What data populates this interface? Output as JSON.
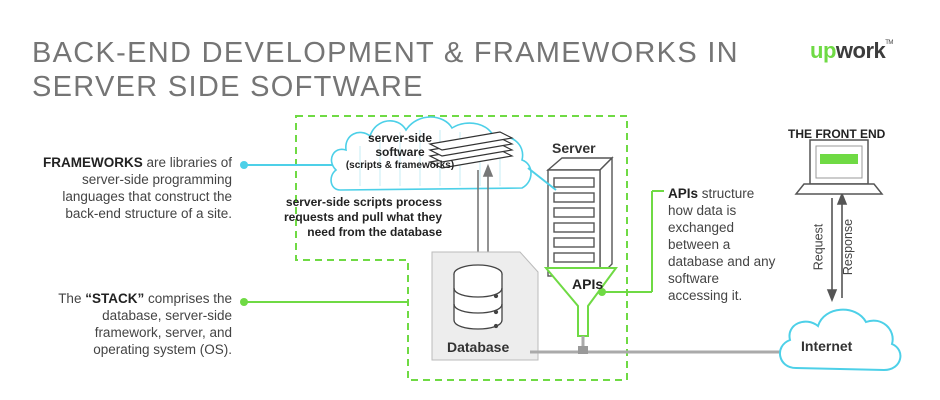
{
  "title": {
    "line1": "BACK-END DEVELOPMENT & FRAMEWORKS IN",
    "line2": "SERVER SIDE SOFTWARE"
  },
  "logo": {
    "up": "up",
    "work": "work",
    "tm": "TM"
  },
  "frameworks": {
    "bold": "FRAMEWORKS",
    "rest": " are libraries of server-side programming languages that construct the back-end structure of a site."
  },
  "stack": {
    "pre": "The ",
    "bold": "“STACK”",
    "rest": " comprises the database, server-side framework, server, and operating system (OS)."
  },
  "apis": {
    "bold": "APIs",
    "rest": " structure how data is exchanged between a database and any software accessing it."
  },
  "server_software": {
    "line1": "server-side",
    "line2": "software",
    "line3": "(scripts & frameworks)"
  },
  "scripts": {
    "text": "server-side scripts process requests and pull what they need from the database"
  },
  "labels": {
    "server": "Server",
    "database": "Database",
    "apis": "APIs",
    "internet": "Internet",
    "front_end": "THE FRONT END",
    "request": "Request",
    "response": "Response"
  },
  "colors": {
    "green": "#6fda44",
    "blue": "#4dd0e8",
    "stack_dash": "#6fda44",
    "gray": "#888888",
    "light_gray": "#bbbbbb"
  },
  "icons": [
    "cloud-shape-icon",
    "document-stack-icon",
    "server-tower-icon",
    "database-icon",
    "funnel-icon",
    "internet-cloud-icon",
    "laptop-icon"
  ]
}
